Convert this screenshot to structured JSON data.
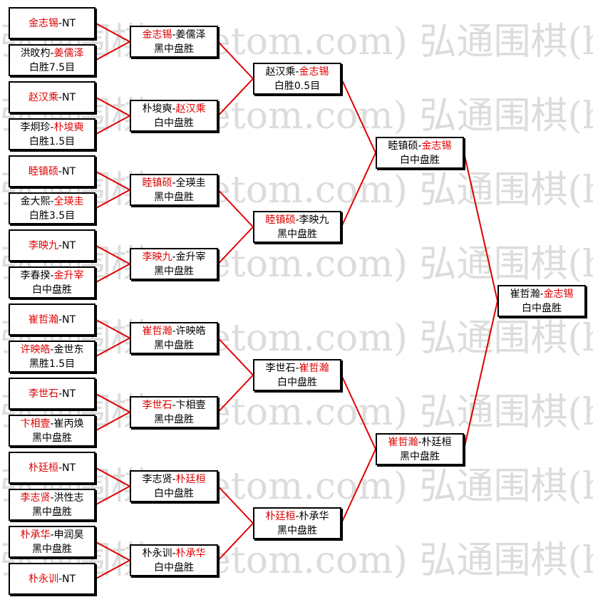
{
  "watermark": {
    "text": "弘通围棋(hoetom.com)",
    "color": "#dcdcdc"
  },
  "colors": {
    "winner": "#e00000",
    "line": "#e00000",
    "border": "#000000"
  },
  "bracket": {
    "round1": [
      {
        "p1": "金志锡",
        "sep": "-",
        "p2": "NT",
        "winner": 1,
        "result": ""
      },
      {
        "p1": "洪旼杓",
        "sep": "-",
        "p2": "姜儒泽",
        "winner": 2,
        "result": "白胜7.5目"
      },
      {
        "p1": "赵汉乘",
        "sep": "-",
        "p2": "NT",
        "winner": 1,
        "result": ""
      },
      {
        "p1": "李炯珍",
        "sep": "-",
        "p2": "朴埈奭",
        "winner": 2,
        "result": "白胜1.5目"
      },
      {
        "p1": "睦镇硕",
        "sep": "-",
        "p2": "NT",
        "winner": 1,
        "result": ""
      },
      {
        "p1": "金大熙",
        "sep": "-",
        "p2": "全瑛圭",
        "winner": 2,
        "result": "白胜3.5目"
      },
      {
        "p1": "李映九",
        "sep": "-",
        "p2": "NT",
        "winner": 1,
        "result": ""
      },
      {
        "p1": "李春揆",
        "sep": "-",
        "p2": "金升宰",
        "winner": 2,
        "result": "白中盘胜"
      },
      {
        "p1": "崔哲瀚",
        "sep": "-",
        "p2": "NT",
        "winner": 1,
        "result": ""
      },
      {
        "p1": "许映皓",
        "sep": "-",
        "p2": "金世东",
        "winner": 1,
        "result": "黑胜1.5目"
      },
      {
        "p1": "李世石",
        "sep": "-",
        "p2": "NT",
        "winner": 1,
        "result": ""
      },
      {
        "p1": "卞相壹",
        "sep": "-",
        "p2": "崔丙焕",
        "winner": 1,
        "result": "黑中盘胜"
      },
      {
        "p1": "朴廷桓",
        "sep": "-",
        "p2": "NT",
        "winner": 1,
        "result": ""
      },
      {
        "p1": "李志贤",
        "sep": "-",
        "p2": "洪性志",
        "winner": 1,
        "result": "黑中盘胜"
      },
      {
        "p1": "朴承华",
        "sep": "-",
        "p2": "申润昊",
        "winner": 1,
        "result": "黑中盘胜"
      },
      {
        "p1": "朴永训",
        "sep": "-",
        "p2": "NT",
        "winner": 1,
        "result": ""
      }
    ],
    "round2": [
      {
        "p1": "金志锡",
        "sep": "-",
        "p2": "姜儒泽",
        "winner": 1,
        "result": "黑中盘胜"
      },
      {
        "p1": "朴埈奭",
        "sep": "-",
        "p2": "赵汉乘",
        "winner": 2,
        "result": "白中盘胜"
      },
      {
        "p1": "睦镇硕",
        "sep": "-",
        "p2": "全瑛圭",
        "winner": 1,
        "result": "黑中盘胜"
      },
      {
        "p1": "李映九",
        "sep": "-",
        "p2": "金升宰",
        "winner": 1,
        "result": "黑中盘胜"
      },
      {
        "p1": "崔哲瀚",
        "sep": "-",
        "p2": "许映皓",
        "winner": 1,
        "result": "黑中盘胜"
      },
      {
        "p1": "李世石",
        "sep": "-",
        "p2": "卞相壹",
        "winner": 1,
        "result": "黑中盘胜"
      },
      {
        "p1": "李志贤",
        "sep": "-",
        "p2": "朴廷桓",
        "winner": 2,
        "result": "白中盘胜"
      },
      {
        "p1": "朴永训",
        "sep": "-",
        "p2": "朴承华",
        "winner": 2,
        "result": "白中盘胜"
      }
    ],
    "round3": [
      {
        "p1": "赵汉乘",
        "sep": "-",
        "p2": "金志锡",
        "winner": 2,
        "result": "白胜0.5目"
      },
      {
        "p1": "睦镇硕",
        "sep": "-",
        "p2": "李映九",
        "winner": 1,
        "result": "黑中盘胜"
      },
      {
        "p1": "李世石",
        "sep": "-",
        "p2": "崔哲瀚",
        "winner": 2,
        "result": "白中盘胜"
      },
      {
        "p1": "朴廷桓",
        "sep": "-",
        "p2": "朴承华",
        "winner": 1,
        "result": "黑中盘胜"
      }
    ],
    "round4": [
      {
        "p1": "睦镇硕",
        "sep": "-",
        "p2": "金志锡",
        "winner": 2,
        "result": "白中盘胜"
      },
      {
        "p1": "崔哲瀚",
        "sep": "-",
        "p2": "朴廷桓",
        "winner": 1,
        "result": "黑中盘胜"
      }
    ],
    "final": [
      {
        "p1": "崔哲瀚",
        "sep": "-",
        "p2": "金志锡",
        "winner": 2,
        "result": "白中盘胜"
      }
    ]
  }
}
